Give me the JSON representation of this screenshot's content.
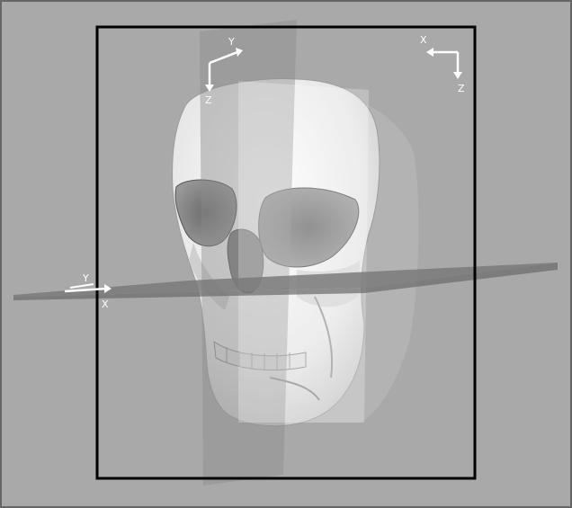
{
  "scene": {
    "background_color": "#a9a9a9",
    "frame_color": "#000000",
    "plane_color": "#8c8c8c",
    "bone_color": "#f2f2f2"
  },
  "axes": {
    "sagittal": {
      "up": "Y",
      "down": "Z"
    },
    "coronal": {
      "left": "X",
      "down": "Z"
    },
    "axial": {
      "top": "Y",
      "bottom": "X"
    }
  }
}
